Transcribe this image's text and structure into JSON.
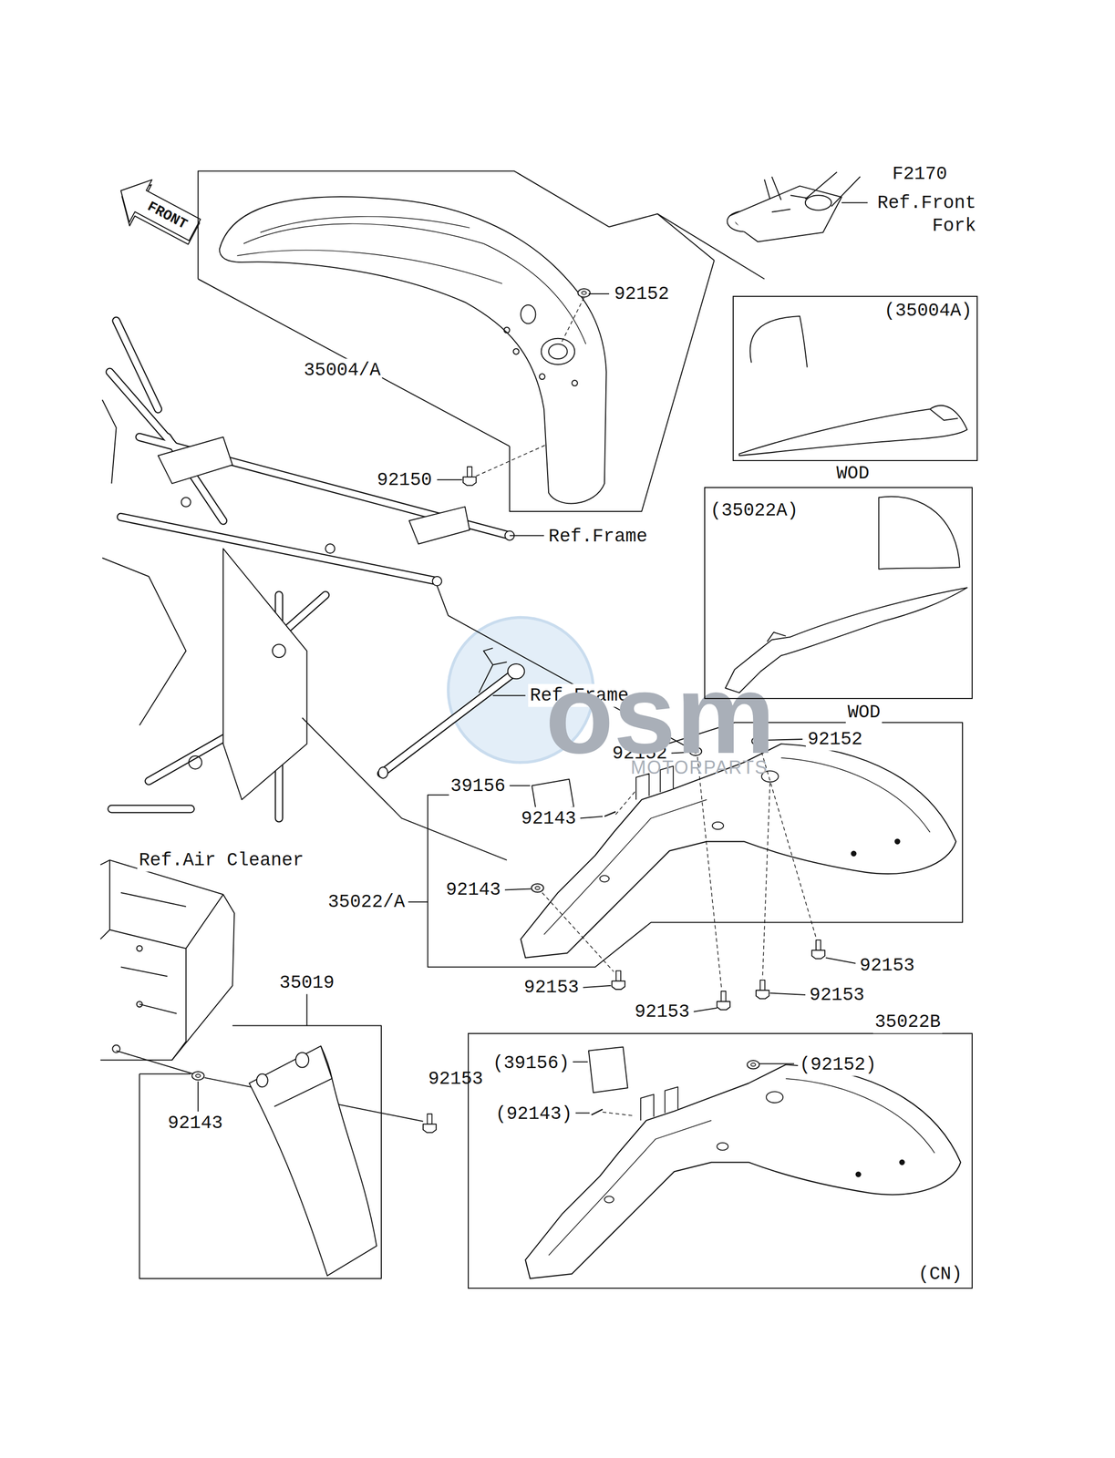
{
  "diagram": {
    "nodes": [
      {
        "text": [
          "(35004A)",
          "WOD"
        ]
      },
      {
        "text": [
          "(35022A)",
          "WOD"
        ]
      },
      {
        "text": [
          "35022B",
          "(39156)",
          "(92152)",
          "(92143)",
          "(CN)"
        ]
      }
    ],
    "labels": [
      "F2170",
      "Ref.Front Fork",
      "92152",
      "35004/A",
      "92150",
      "Ref.Frame",
      "Ref.Frame",
      "92152",
      "92152",
      "39156",
      "92143",
      "92143",
      "35022/A",
      "92153",
      "92153",
      "92153",
      "92153",
      "Ref.Air Cleaner",
      "35019",
      "92153",
      "92143",
      "FRONT",
      "osm",
      "MOTORPARTS"
    ]
  }
}
